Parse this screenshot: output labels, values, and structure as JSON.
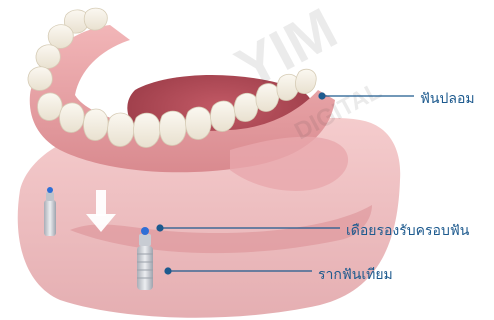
{
  "labels": {
    "dentures": "ฟันปลอม",
    "abutment": "เดือยรองรับครอบฟัน",
    "implant_root": "รากฟันเทียม"
  },
  "watermark": {
    "line1": "YIM",
    "line2": "DIGITAL"
  },
  "colors": {
    "label_text": "#1d5a8e",
    "callout_line": "#1d5a8e",
    "gum": "#e8a2a6",
    "tooth": "#f4efe3",
    "implant": "#c9ccd3",
    "abutment_accent": "#2f6fd6"
  },
  "icons": [
    "down-arrow-icon"
  ]
}
